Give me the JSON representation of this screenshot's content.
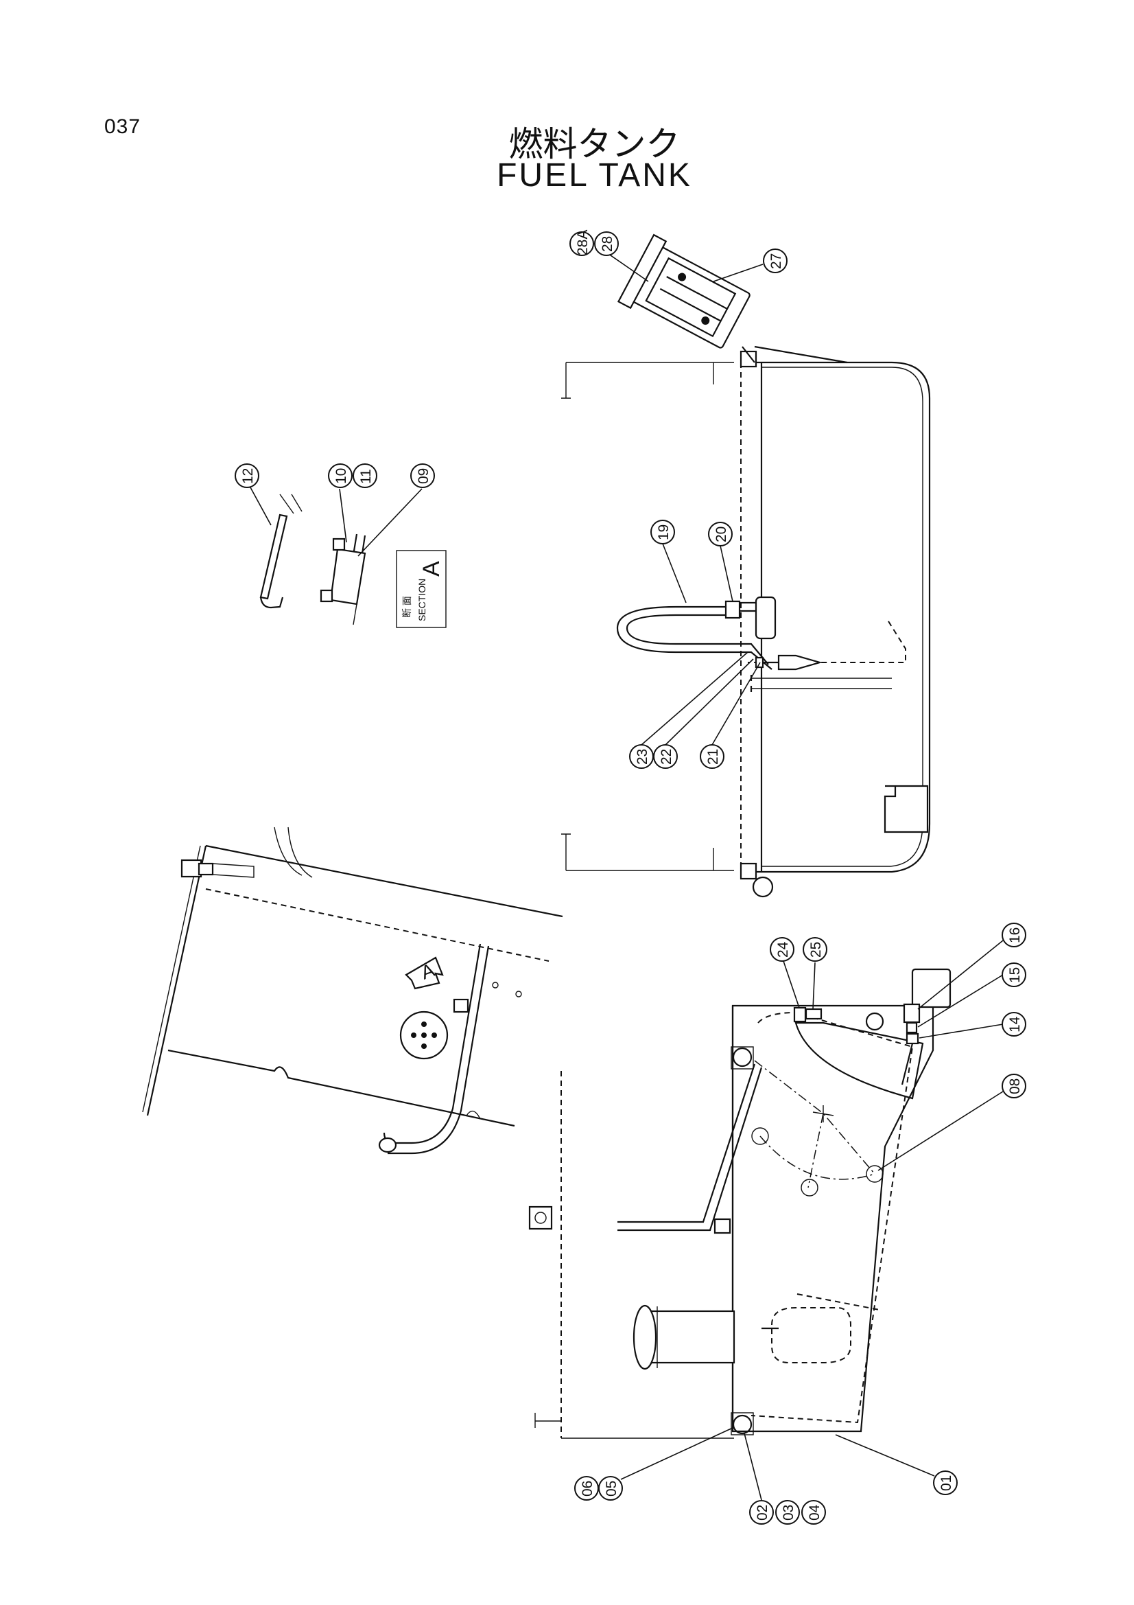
{
  "page": {
    "number": "037"
  },
  "title": {
    "japanese": "燃料タンク",
    "english": "FUEL TANK"
  },
  "section_label": {
    "japanese": "断 面",
    "word": "SECTION",
    "letter": "A"
  },
  "view_arrow_label": "A",
  "callouts": [
    "28A",
    "28",
    "27",
    "19",
    "20",
    "23",
    "22",
    "21",
    "12",
    "10",
    "11",
    "09",
    "24",
    "25",
    "16",
    "15",
    "14",
    "08",
    "06",
    "05",
    "02",
    "03",
    "04",
    "01"
  ]
}
